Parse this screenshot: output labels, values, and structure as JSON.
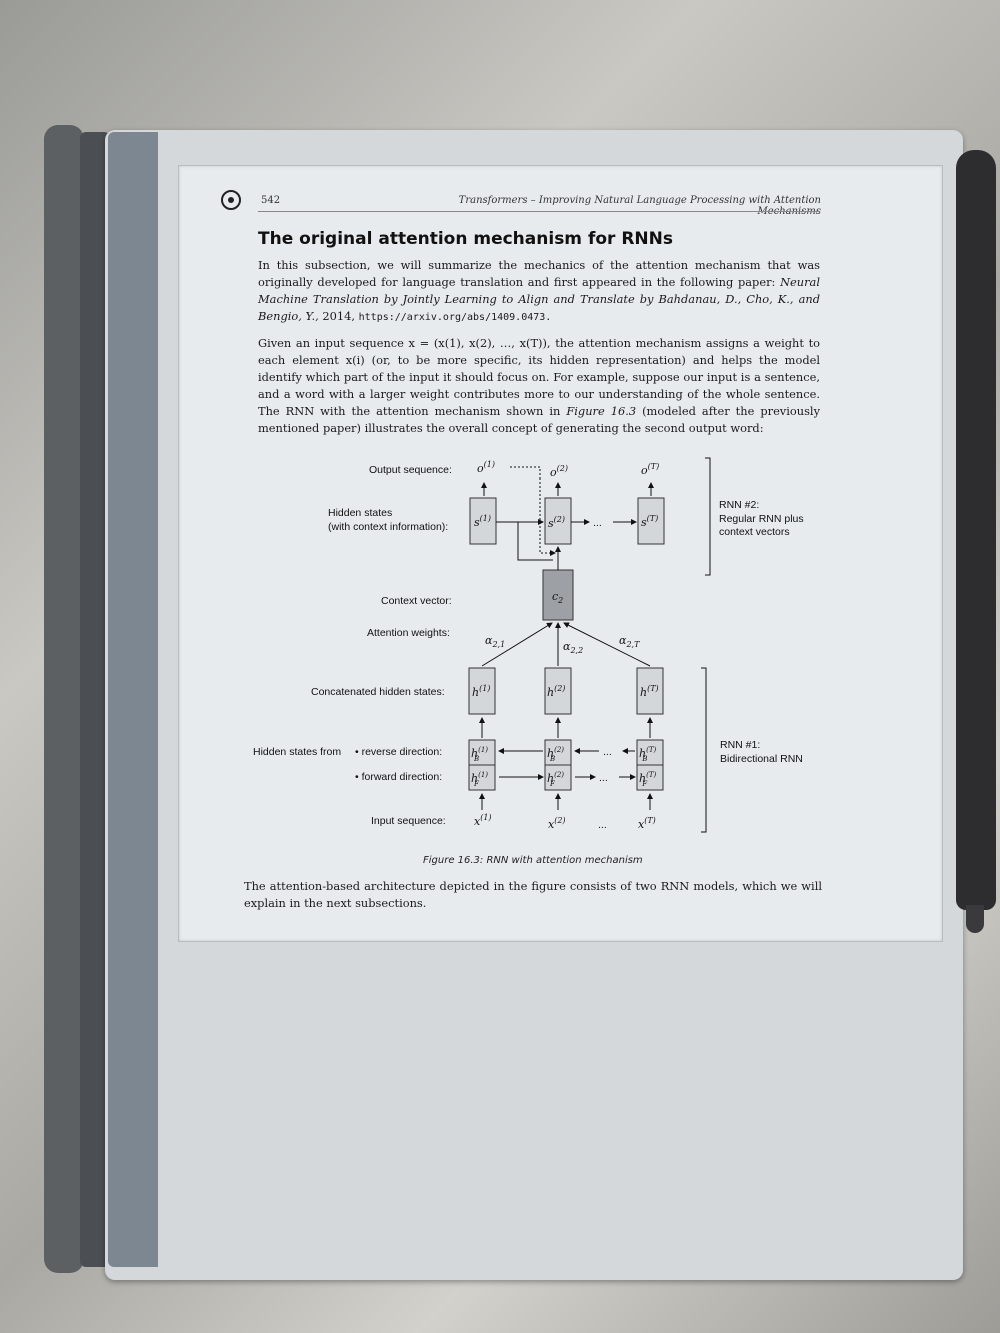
{
  "header": {
    "page_number": "542",
    "running_title": "Transformers – Improving Natural Language Processing with Attention Mechanisms"
  },
  "section": {
    "heading": "The original attention mechanism for RNNs",
    "para1_a": "In this subsection, we will summarize the mechanics of the attention mechanism that was originally developed for language translation and first appeared in the following paper: ",
    "para1_ref": "Neural Machine Translation by Jointly Learning to Align and Translate by Bahdanau, D., Cho, K., and Bengio, Y.,",
    "para1_year": " 2014, ",
    "para1_url": "https://arxiv.org/abs/1409.0473.",
    "para2_a": "Given an input sequence x = (x(1), x(2), …, x(T)), the attention mechanism assigns a weight to each element x(i) (or, to be more specific, its hidden representation) and helps the model identify which part of the input it should focus on. For example, suppose our input is a sentence, and a word with a larger weight contributes more to our understanding of the whole sentence. The RNN with the attention mechanism shown in ",
    "para2_fig": "Figure 16.3",
    "para2_b": " (modeled after the previously mentioned paper) illustrates the overall concept of generating the second output word:",
    "para3": "The attention-based architecture depicted in the figure consists of two RNN models, which we will explain in the next subsections."
  },
  "figure": {
    "caption": "Figure 16.3: RNN with attention mechanism",
    "labels": {
      "output_sequence": "Output sequence:",
      "hidden_states_1": "Hidden states",
      "hidden_states_2": "(with context information):",
      "context_vector": "Context vector:",
      "attention_weights": "Attention weights:",
      "concat_hidden": "Concatenated hidden states:",
      "hidden_from": "Hidden states from",
      "reverse": "• reverse direction:",
      "forward": "• forward direction:",
      "input_sequence": "Input sequence:",
      "rnn2_1": "RNN #2:",
      "rnn2_2": "Regular RNN plus",
      "rnn2_3": "context vectors",
      "rnn1_1": "RNN #1:",
      "rnn1_2": "Bidirectional RNN",
      "ellipsis": "..."
    },
    "symbols": {
      "o1": "o",
      "o1_sup": "(1)",
      "o2": "o",
      "o2_sup": "(2)",
      "oT": "o",
      "oT_sup": "(T)",
      "s1": "s",
      "s1_sup": "(1)",
      "s2": "s",
      "s2_sup": "(2)",
      "sT": "s",
      "sT_sup": "(T)",
      "c2": "c",
      "c2_sub": "2",
      "a21": "α",
      "a21_sub": "2,1",
      "a22": "α",
      "a22_sub": "2,2",
      "a2T": "α",
      "a2T_sub": "2,T",
      "h1": "h",
      "h1_sup": "(1)",
      "h2": "h",
      "h2_sup": "(2)",
      "hT": "h",
      "hT_sup": "(T)",
      "hB": "h",
      "hB_sub": "B",
      "hF": "h",
      "hF_sub": "F",
      "x": "x",
      "x1_sup": "(1)",
      "x2_sup": "(2)",
      "xT_sup": "(T)"
    }
  }
}
